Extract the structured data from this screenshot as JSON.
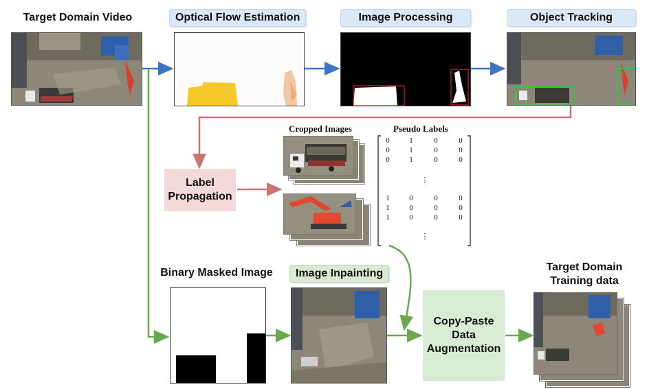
{
  "titles": {
    "target_domain_video": "Target Domain Video",
    "optical_flow": "Optical Flow Estimation",
    "image_processing": "Image Processing",
    "object_tracking": "Object Tracking",
    "binary_masked_image": "Binary Masked Image",
    "image_inpainting": "Image Inpainting",
    "target_training_line1": "Target Domain",
    "target_training_line2": "Training data"
  },
  "boxes": {
    "label_propagation_line1": "Label",
    "label_propagation_line2": "Propagation",
    "copy_paste_line1": "Copy-Paste",
    "copy_paste_line2": "Data",
    "copy_paste_line3": "Augmentation"
  },
  "labels": {
    "cropped_images": "Cropped Images",
    "pseudo_labels": "Pseudo Labels"
  },
  "matrix": {
    "rows_top": [
      [
        "0",
        "1",
        "0",
        "0"
      ],
      [
        "0",
        "1",
        "0",
        "0"
      ],
      [
        "0",
        "1",
        "0",
        "0"
      ]
    ],
    "rows_bottom": [
      [
        "1",
        "0",
        "0",
        "0"
      ],
      [
        "1",
        "0",
        "0",
        "0"
      ],
      [
        "1",
        "0",
        "0",
        "0"
      ]
    ],
    "ellipsis": "⋮"
  },
  "colors": {
    "blue_arrow": "#3f74c4",
    "red_arrow": "#c97373",
    "green_arrow": "#6aa84f",
    "label_box": "#f4d9da",
    "copy_paste_box": "#d8ebd3",
    "pill_blue": "#dde8f6",
    "pill_green": "#dbe9d4"
  }
}
